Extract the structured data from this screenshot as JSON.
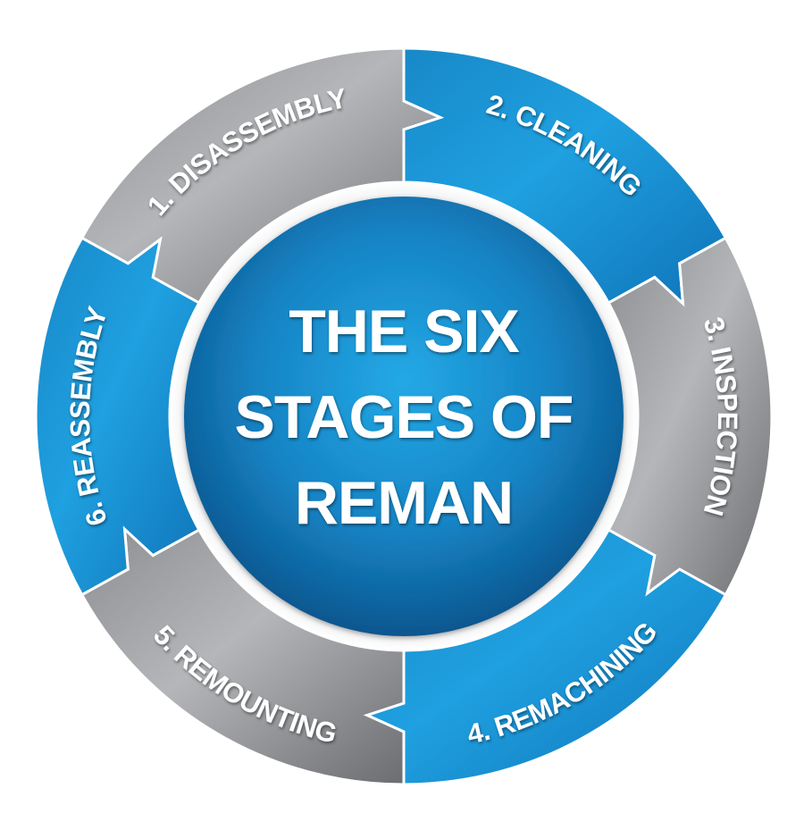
{
  "center": {
    "lines": [
      "THE SIX",
      "STAGES OF",
      "REMAN"
    ]
  },
  "stages": [
    {
      "label": "1. DISASSEMBLY",
      "color": "gray"
    },
    {
      "label": "2. CLEANING",
      "color": "blue"
    },
    {
      "label": "3. INSPECTION",
      "color": "gray"
    },
    {
      "label": "4. REMACHINING",
      "color": "blue"
    },
    {
      "label": "5. REMOUNTING",
      "color": "gray"
    },
    {
      "label": "6. REASSEMBLY",
      "color": "blue"
    }
  ],
  "colors": {
    "blue": "#1a95d6",
    "blue_dark": "#0b6cae",
    "gray": "#a6a8ab",
    "gray_dark": "#6d6e70",
    "center_light": "#1fa3e0",
    "center_dark": "#0a4f86"
  }
}
